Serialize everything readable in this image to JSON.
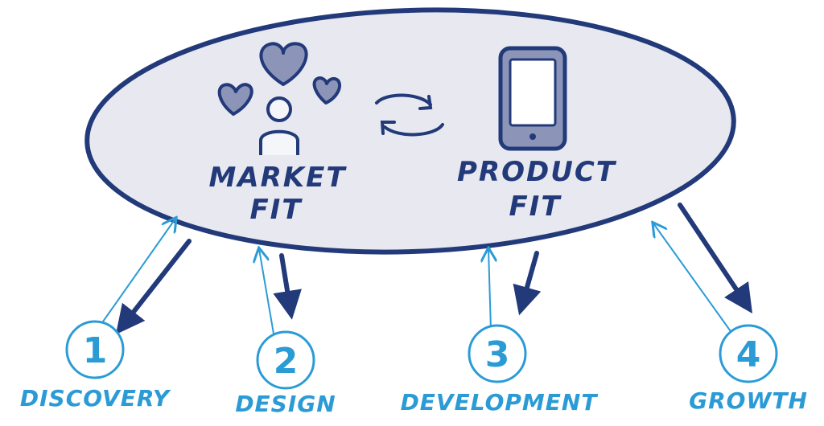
{
  "colors": {
    "navy": "#22397a",
    "blue": "#2b9bd6",
    "ellipse_fill": "#e8e9f0",
    "heart_fill": "#8c95b8"
  },
  "center": {
    "market_fit": [
      "MARKET",
      "FIT"
    ],
    "product_fit": [
      "PRODUCT",
      "FIT"
    ]
  },
  "stages": [
    {
      "number": "1",
      "label": "DISCOVERY"
    },
    {
      "number": "2",
      "label": "DESIGN"
    },
    {
      "number": "3",
      "label": "DEVELOPMENT"
    },
    {
      "number": "4",
      "label": "GROWTH"
    }
  ]
}
